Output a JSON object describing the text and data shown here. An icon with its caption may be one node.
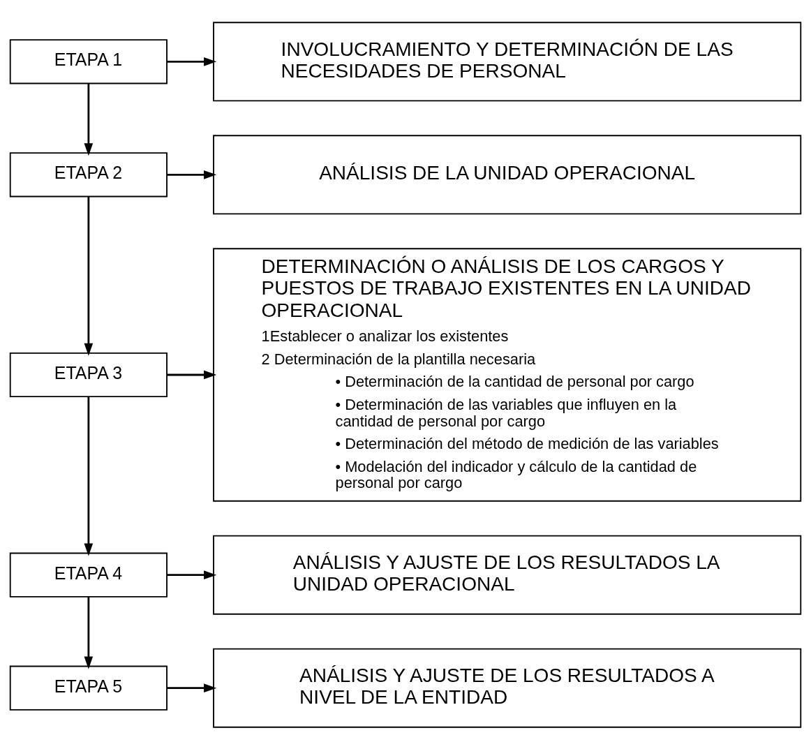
{
  "diagram": {
    "nodes": [
      {
        "text": [
          "ETAPA 1"
        ]
      },
      {
        "text": [
          "INVOLUCRAMIENTO Y DETERMINACIÓN DE LAS NECESIDADES DE PERSONAL"
        ]
      },
      {
        "text": [
          "ETAPA 2"
        ]
      },
      {
        "text": [
          "ANÁLISIS DE LA UNIDAD OPERACIONAL"
        ]
      },
      {
        "text": [
          "ETAPA 3"
        ]
      },
      {
        "text": [
          "DETERMINACIÓN O ANÁLISIS DE LOS CARGOS Y PUESTOS DE TRABAJO EXISTENTES EN LA UNIDAD OPERACIONAL",
          "1Establecer o analizar los existentes",
          "2 Determinación de la plantilla necesaria",
          "• Determinación de la cantidad de personal por cargo",
          "• Determinación de las variables que influyen en la cantidad de personal por cargo",
          "• Determinación del método de medición de las variables",
          "• Modelación del indicador y cálculo de la cantidad de personal por cargo"
        ]
      },
      {
        "text": [
          "ETAPA 4"
        ]
      },
      {
        "text": [
          "ANÁLISIS Y AJUSTE DE LOS RESULTADOS LA UNIDAD OPERACIONAL"
        ]
      },
      {
        "text": [
          "ETAPA 5"
        ]
      },
      {
        "text": [
          "ANÁLISIS Y AJUSTE DE LOS RESULTADOS A NIVEL DE LA ENTIDAD"
        ]
      }
    ],
    "edges": [
      {
        "from": 0,
        "to": 1,
        "arrow": "to"
      },
      {
        "from": 0,
        "to": 2,
        "arrow": "to"
      },
      {
        "from": 2,
        "to": 3,
        "arrow": "to"
      },
      {
        "from": 2,
        "to": 4,
        "arrow": "to"
      },
      {
        "from": 4,
        "to": 5,
        "arrow": "to"
      },
      {
        "from": 4,
        "to": 6,
        "arrow": "to"
      },
      {
        "from": 6,
        "to": 7,
        "arrow": "to"
      },
      {
        "from": 6,
        "to": 8,
        "arrow": "to"
      },
      {
        "from": 8,
        "to": 9,
        "arrow": "to"
      }
    ]
  }
}
